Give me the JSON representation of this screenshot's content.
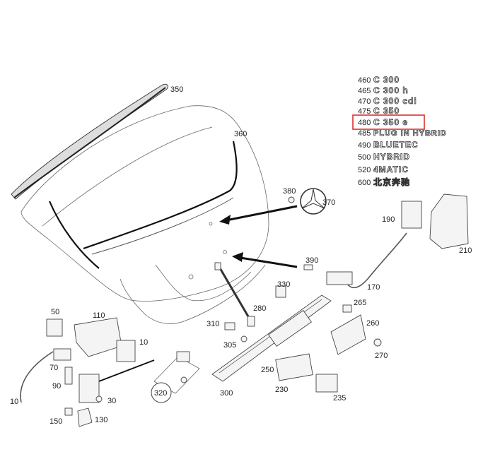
{
  "callouts": {
    "c350": "350",
    "c360": "360",
    "c380": "380",
    "c370": "370",
    "c390": "390",
    "c330": "330",
    "c280": "280",
    "c310": "310",
    "c305": "305",
    "c300": "300",
    "c320": "320",
    "c250": "250",
    "c230": "230",
    "c235": "235",
    "c190": "190",
    "c210": "210",
    "c170": "170",
    "c265": "265",
    "c260": "260",
    "c270": "270",
    "c50": "50",
    "c110": "110",
    "c10a": "10",
    "c70": "70",
    "c90": "90",
    "c10b": "10",
    "c30": "30",
    "c150": "150",
    "c130": "130"
  },
  "emblems": [
    {
      "num": "460",
      "text": "C 300"
    },
    {
      "num": "465",
      "text": "C 300 h"
    },
    {
      "num": "470",
      "text": "C 300 cdi"
    },
    {
      "num": "475",
      "text": "C 350"
    },
    {
      "num": "480",
      "text": "C 350 e"
    },
    {
      "num": "485",
      "text": "PLUG IN HYBRID"
    },
    {
      "num": "490",
      "text": "BLUETEC"
    },
    {
      "num": "500",
      "text": "HYBRID"
    },
    {
      "num": "520",
      "text": "4MATIC"
    },
    {
      "num": "600",
      "text": "北京奔驰"
    }
  ],
  "highlight_color": "#d9342b"
}
